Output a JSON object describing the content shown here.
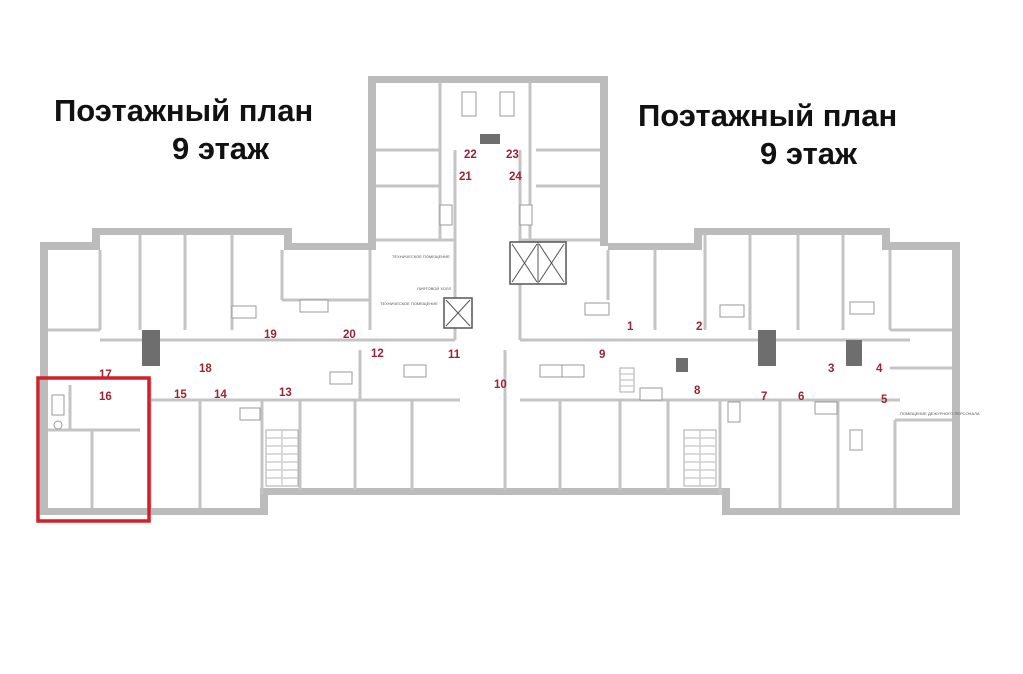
{
  "titles": {
    "left": {
      "line1": "Поэтажный план",
      "line2": "9 этаж"
    },
    "right": {
      "line1": "Поэтажный план",
      "line2": "9 этаж"
    }
  },
  "colors": {
    "wall": "#bcbcbc",
    "apartment_number": "#9a2335",
    "highlight": "#d0202a"
  },
  "apartments": [
    "1",
    "2",
    "3",
    "4",
    "5",
    "6",
    "7",
    "8",
    "9",
    "10",
    "11",
    "12",
    "13",
    "14",
    "15",
    "16",
    "17",
    "18",
    "19",
    "20",
    "21",
    "22",
    "23",
    "24"
  ],
  "highlighted_apartment": "16",
  "room_labels": {
    "service_left": "ТЕХНИЧЕСКОЕ ПОМЕЩЕНИЕ",
    "service_mid": "ТЕХНИЧЕСКОЕ ПОМЕЩЕНИЕ",
    "lift_hall": "ЛИФТОВОЙ ХОЛЛ",
    "service_right": "ПОМЕЩЕНИЕ ДЕЖУРНОГО ПЕРСОНАЛА"
  }
}
